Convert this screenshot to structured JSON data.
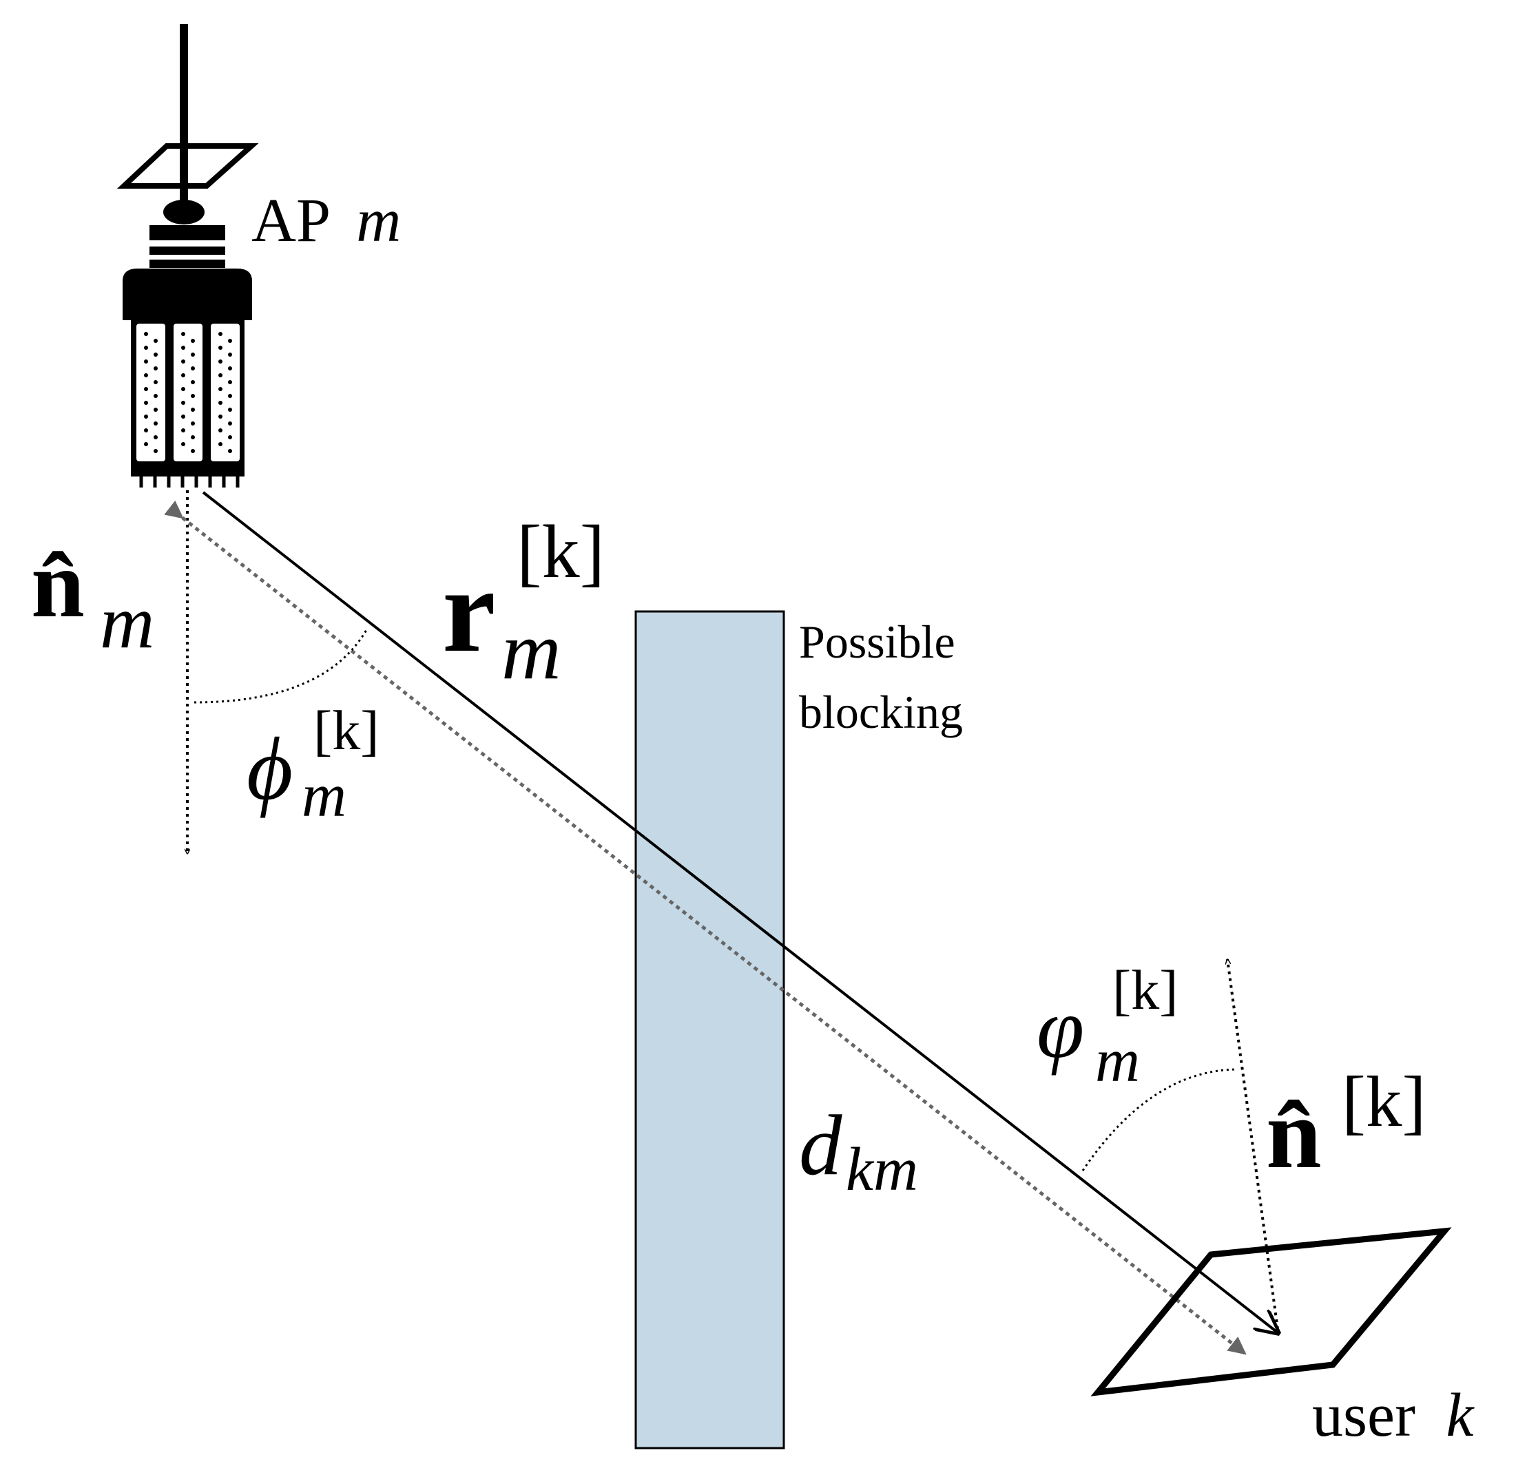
{
  "ap_label": {
    "text": "AP",
    "var": "m"
  },
  "ap_normal": {
    "symbol": "n̂",
    "sub": "m"
  },
  "direction_vector": {
    "symbol": "r",
    "sub": "m",
    "sup": "[k]"
  },
  "irradiance_angle": {
    "symbol": "ϕ",
    "sub": "m",
    "sup": "[k]"
  },
  "incidence_angle": {
    "symbol": "φ",
    "sub": "m",
    "sup": "[k]"
  },
  "user_normal": {
    "symbol": "n̂",
    "sup": "[k]"
  },
  "distance": {
    "symbol": "d",
    "sub": "km"
  },
  "blocking_label": {
    "line1": "Possible",
    "line2": "blocking"
  },
  "user_label": {
    "text": "user",
    "var": "k"
  },
  "colors": {
    "blocker_fill": "#c5d8e5",
    "dotted_ray": "#666666",
    "ink": "#000000"
  }
}
